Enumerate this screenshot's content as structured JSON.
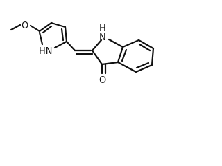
{
  "molecule": {
    "atoms": {
      "methoxy_oxygen": "O",
      "pyrrole_nh": "HN",
      "indole_nh": "H\nN",
      "ketone_oxygen": "O"
    },
    "colors": {
      "bond": "#111111",
      "label": "#111111",
      "background": "#ffffff"
    }
  }
}
